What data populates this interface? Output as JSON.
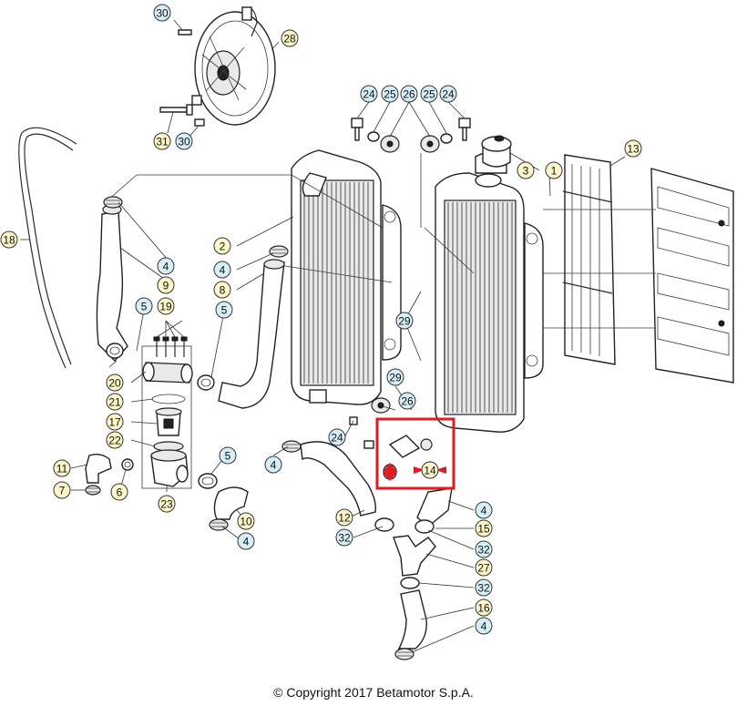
{
  "diagram": {
    "copyright": "© Copyright 2017 Betamotor S.p.A.",
    "highlight_color": "#e11b22",
    "callout_fill_yellow": "#fdf6c9",
    "callout_fill_blue": "#d6eef5",
    "callouts": [
      {
        "id": "c30a",
        "label": "30",
        "tone": "blue"
      },
      {
        "id": "c28",
        "label": "28",
        "tone": "yellow"
      },
      {
        "id": "c31",
        "label": "31",
        "tone": "yellow"
      },
      {
        "id": "c30b",
        "label": "30",
        "tone": "blue"
      },
      {
        "id": "c24a",
        "label": "24",
        "tone": "blue"
      },
      {
        "id": "c25a",
        "label": "25",
        "tone": "blue"
      },
      {
        "id": "c26a",
        "label": "26",
        "tone": "blue"
      },
      {
        "id": "c25b",
        "label": "25",
        "tone": "blue"
      },
      {
        "id": "c24b",
        "label": "24",
        "tone": "blue"
      },
      {
        "id": "c13",
        "label": "13",
        "tone": "yellow"
      },
      {
        "id": "c3",
        "label": "3",
        "tone": "yellow"
      },
      {
        "id": "c1",
        "label": "1",
        "tone": "yellow"
      },
      {
        "id": "c18",
        "label": "18",
        "tone": "yellow"
      },
      {
        "id": "c4a",
        "label": "4",
        "tone": "blue"
      },
      {
        "id": "c9",
        "label": "9",
        "tone": "yellow"
      },
      {
        "id": "c2",
        "label": "2",
        "tone": "yellow"
      },
      {
        "id": "c4b",
        "label": "4",
        "tone": "blue"
      },
      {
        "id": "c8",
        "label": "8",
        "tone": "yellow"
      },
      {
        "id": "c5a",
        "label": "5",
        "tone": "blue"
      },
      {
        "id": "c19",
        "label": "19",
        "tone": "yellow"
      },
      {
        "id": "c5b",
        "label": "5",
        "tone": "blue"
      },
      {
        "id": "c29a",
        "label": "29",
        "tone": "blue"
      },
      {
        "id": "c20",
        "label": "20",
        "tone": "yellow"
      },
      {
        "id": "c21",
        "label": "21",
        "tone": "yellow"
      },
      {
        "id": "c29b",
        "label": "29",
        "tone": "blue"
      },
      {
        "id": "c26b",
        "label": "26",
        "tone": "blue"
      },
      {
        "id": "c17",
        "label": "17",
        "tone": "yellow"
      },
      {
        "id": "c22",
        "label": "22",
        "tone": "yellow"
      },
      {
        "id": "c24c",
        "label": "24",
        "tone": "blue"
      },
      {
        "id": "c4c",
        "label": "4",
        "tone": "blue"
      },
      {
        "id": "c5c",
        "label": "5",
        "tone": "blue"
      },
      {
        "id": "c11",
        "label": "11",
        "tone": "yellow"
      },
      {
        "id": "c7",
        "label": "7",
        "tone": "yellow"
      },
      {
        "id": "c6",
        "label": "6",
        "tone": "yellow"
      },
      {
        "id": "c23",
        "label": "23",
        "tone": "yellow"
      },
      {
        "id": "c10",
        "label": "10",
        "tone": "yellow"
      },
      {
        "id": "c4d",
        "label": "4",
        "tone": "blue"
      },
      {
        "id": "c14",
        "label": "14",
        "tone": "yellow"
      },
      {
        "id": "c4e",
        "label": "4",
        "tone": "blue"
      },
      {
        "id": "c12",
        "label": "12",
        "tone": "yellow"
      },
      {
        "id": "c15",
        "label": "15",
        "tone": "yellow"
      },
      {
        "id": "c32a",
        "label": "32",
        "tone": "blue"
      },
      {
        "id": "c32b",
        "label": "32",
        "tone": "blue"
      },
      {
        "id": "c27",
        "label": "27",
        "tone": "yellow"
      },
      {
        "id": "c32c",
        "label": "32",
        "tone": "blue"
      },
      {
        "id": "c16",
        "label": "16",
        "tone": "yellow"
      },
      {
        "id": "c4f",
        "label": "4",
        "tone": "blue"
      }
    ]
  }
}
